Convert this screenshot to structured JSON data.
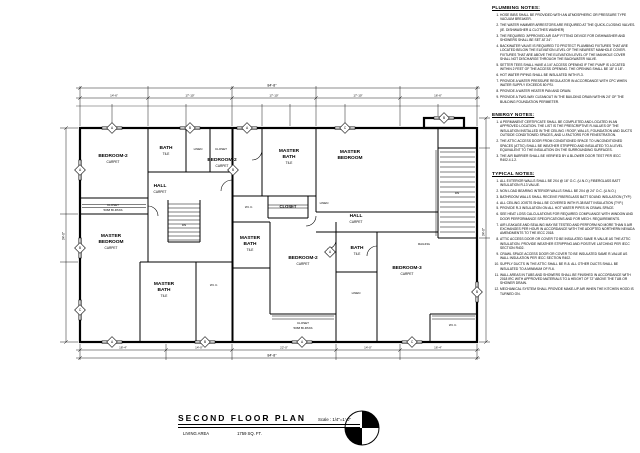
{
  "title_block": {
    "title": "SECOND FLOOR PLAN",
    "scale": "Scale : 1/4\"=1'-0\"",
    "living_area_label": "LIVING AREA",
    "living_area_value": "1759 SQ. FT."
  },
  "notes": {
    "plumbing": {
      "heading": "PLUMBING NOTES:",
      "items": [
        "HOSE BIBS SHALL BE PROVIDED WITH AN ATMOSPHERIC OR PRESSURE TYPE VACUUM BREAKER.",
        "THE WATER HAMMER ARRESTORS ARE REQUIRED AT THE QUICK-CLOSING VALVES. (IE. DISHWASHER & CLOTHES WASHER)",
        "THE REQUIRED 'APPROVED AIR GAP' FITTING DEVICE FOR DISHWASHER AND SHOWERS SHALL BE SET AT 24\".",
        "BACKWATER VALVE IS REQUIRED TO PROTECT PLUMBING FIXTURES THAT ARE LOCATED BELOW THE ELEVATION LEVEL OF THE NEAREST MANHOLE COVER. FIXTURES THAT ARE ABOVE THE ELEVATION LEVEL OF THE MANHOLE COVER SHALL NOT DISCHARGE THROUGH THE BACKWATER VALVE.",
        "SETTER TEES SHALL HAVE A 1/4\" ACCESS OPENING IF THE PUMP IS LOCATED WITHIN 2 FEET OF THE ACCESS OPENING. THE OPENING SHALL BE 18\" X 18\".",
        "HOT WATER PIPING SHALL BE INSULATED WITH R-3.",
        "PROVIDE A WATER PRESSURE REGULATOR IN ACCORDANCE WITH CPC WHEN WATER SUPPLY EXCEEDS 80 PSI.",
        "PROVIDE A WATER HEATER PAN AND DRAIN.",
        "PROVIDE A TWO-WAY CLEANOUT IN THE BUILDING DRAIN WITHIN 24\" OF THE BUILDING FOUNDATION PERIMETER."
      ]
    },
    "energy": {
      "heading": "ENERGY NOTES:",
      "items": [
        "A PERMANENT CERTIFICATE SHALL BE COMPLETED AND LOCATED IN AN APPROVED LOCATION. THE LIST IS THE PRESCRIPTIVE R-VALUES OF THE INSULATION INSTALLED IN THE CEILING / ROOF, WALLS, FOUNDATION AND DUCTS OUTSIDE CONDITIONED SPACES, AND U-FACTORS FOR FENESTRATION.",
        "THE ATTIC ACCESS DOOR FROM CONDITIONED SPACE TO UNCONDITIONED SPACES (ATTIC) SHALL BE WEATHER STRIPPED AND INSULATED TO A LEVEL EQUIVALENT TO THE INSULATION ON THE SURROUNDING SURFACES.",
        "THE AIR BARRIER SHALL BE VERIFIED BY A BLOWER DOOR TEST PER IECC R402.4.1.2."
      ]
    },
    "typical": {
      "heading": "TYPICAL NOTES:",
      "items": [
        "ALL EXTERIOR WALLS SHALL BE 2X4 @ 16\" O.C. (U.N.O.) FIBERGLASS BATT INSULATION R-13 VALUE.",
        "NON LOAD BEARING INTERIOR WALLS SHALL BE 2X4 @ 24\" O.C. (U.N.O.)",
        "BATHROOM WALLS SHALL RECEIVE FIBERGLASS BATT SOUND INSULATION (TYP.)",
        "ALL CEILING JOISTS SHALL BE COVERED WITH R-38 BATT INSULATION (TYP.)",
        "PROVIDE R-3 INSULATION ON ALL HOT WATER PIPES IN CRAWL SPACE.",
        "SEE HEAT LOSS CALCULATIONS FOR REQUIRED COMPLIANCE WITH WINDOW AND DOOR PERFORMANCE SPECIFICATIONS AND FOR MECH. REQUIREMENTS.",
        "AIR LEAKAGE AND SEALING MAY BE TESTED AND PERFORM NO MORE THAN 5 AIR EXCHANGES PER HOUR IN ACCORDANCE WITH THE ADOPTED NORTHERN NEVADA AMENDMENTS TO THE IECC 2018.",
        "ATTIC ACCESS DOOR OR COVER TO BE INSULATED SAME R-VALUE AS THE ATTIC INSULATION. PROVIDE WEATHER STRIPPING AND POSITIVE LATCHING PER IECC SECTION R402.",
        "CRAWL SPACE ACCESS DOOR OR COVER TO BE INSULATED SAME R-VALUE AS WALL INSULATION PER IECC SECTION R402.",
        "SUPPLY DUCTS IN THE ATTIC SHALL BE R-8. ALL OTHER DUCTS SHALL BE INSULATED TO A MINIMUM OF R-6.",
        "WALL AREAS IN TUBS AND SHOWERS SHALL BE FINISHED IN ACCORDANCE WITH 2018 IRC WITH APPROVED MATERIALS TO A HEIGHT OF 72\" ABOVE THE TUB OR SHOWER DRAIN.",
        "MECHANICAL SYSTEM SHALL PROVIDE MAKE-UP AIR WHEN THE KITCHEN HOOD IS TURNED ON."
      ]
    }
  },
  "rooms": [
    {
      "l1": "BEDROOM-2",
      "l2": "",
      "sub": "CARPET"
    },
    {
      "l1": "BATH",
      "l2": "",
      "sub": "TILE"
    },
    {
      "l1": "BEDROOM-2",
      "l2": "",
      "sub": "CARPET"
    },
    {
      "l1": "MASTER",
      "l2": "BATH",
      "sub": "TILE"
    },
    {
      "l1": "MASTER",
      "l2": "BEDROOM",
      "sub": ""
    },
    {
      "l1": "HALL",
      "l2": "",
      "sub": "CARPET"
    },
    {
      "l1": "CLOSET",
      "l2": "",
      "sub": ""
    },
    {
      "l1": "HALL",
      "l2": "",
      "sub": "CARPET"
    },
    {
      "l1": "MASTER",
      "l2": "BEDROOM",
      "sub": "CARPET"
    },
    {
      "l1": "MASTER",
      "l2": "BATH",
      "sub": "TILE"
    },
    {
      "l1": "BEDROOM-2",
      "l2": "",
      "sub": "CARPET"
    },
    {
      "l1": "BATH",
      "l2": "",
      "sub": "TILE"
    },
    {
      "l1": "BEDROOM-3",
      "l2": "",
      "sub": "CARPET"
    },
    {
      "l1": "MASTER",
      "l2": "BATH",
      "sub": "TILE"
    }
  ],
  "labels": [
    "LINEN",
    "CLOSET",
    "CLOSET",
    "5068 BI-PASS",
    "W.I.C.",
    "LINEN",
    "W.I.C.",
    "CLOSET",
    "5068 BI-PASS",
    "W.I.C.",
    "RAILING",
    "DN",
    "DN",
    "LINEN"
  ],
  "dims": {
    "overall_top": "84'-8\"",
    "overall_bottom": "84'-8\"",
    "overall_left": "34'-0\"",
    "overall_right": "34'-0\"",
    "top_segments": [
      "14'-6\"",
      "17'-10\"",
      "17'-10\"",
      "17'-10\"",
      "16'-6\""
    ],
    "bottom_segments": [
      "18'-4\"",
      "14'-0\"",
      "22'-0\"",
      "14'-0\"",
      "16'-4\""
    ]
  },
  "tags": [
    "A",
    "B",
    "A",
    "C",
    "B",
    "A",
    "B",
    "C",
    "A",
    "B",
    "A",
    "C",
    "B",
    "A",
    "B"
  ]
}
